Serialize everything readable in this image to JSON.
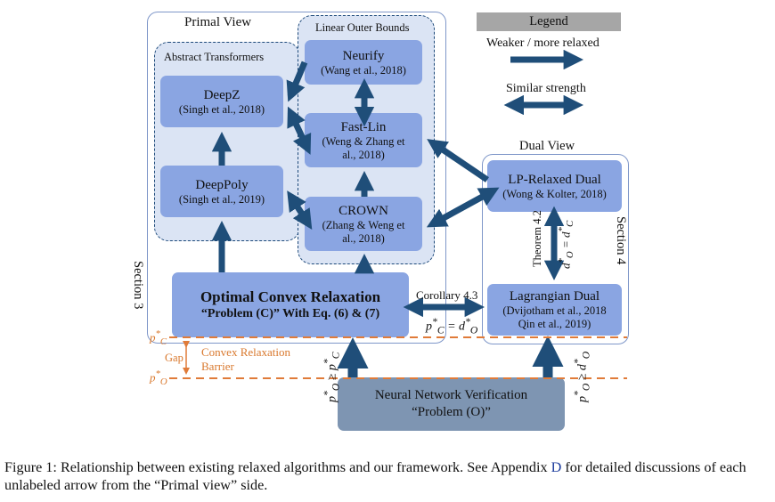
{
  "primal_view": {
    "title": "Primal View",
    "section_label": "Section 3",
    "abstract_transformers": {
      "title": "Abstract Transformers",
      "deepz": {
        "name": "DeepZ",
        "cite": "(Singh et al., 2018)"
      },
      "deeppoly": {
        "name": "DeepPoly",
        "cite": "(Singh et al., 2019)"
      }
    },
    "linear_outer_bounds": {
      "title": "Linear Outer Bounds",
      "neurify": {
        "name": "Neurify",
        "cite": "(Wang et al., 2018)"
      },
      "fastlin": {
        "name": "Fast-Lin",
        "cite_line1": "(Weng & Zhang et",
        "cite_line2": "al., 2018)"
      },
      "crown": {
        "name": "CROWN",
        "cite_line1": "(Zhang & Weng et",
        "cite_line2": "al., 2018)"
      }
    },
    "optimal": {
      "title": "Optimal Convex Relaxation",
      "subtitle": "“Problem (C)” With Eq. (6) & (7)"
    }
  },
  "dual_view": {
    "title": "Dual View",
    "section_label": "Section 4",
    "lp_relaxed": {
      "name": "LP-Relaxed Dual",
      "cite": "(Wong & Kolter, 2018)"
    },
    "lagrangian": {
      "name": "Lagrangian Dual",
      "cite_line1": "(Dvijotham et al., 2018",
      "cite_line2": "Qin et al., 2019)"
    },
    "theorem": "Theorem 4.2"
  },
  "corollary": "Corollary 4.3",
  "verification": {
    "title": "Neural Network Verification",
    "subtitle": "“Problem (O)”"
  },
  "gap": {
    "label": "Gap",
    "barrier_line1": "Convex Relaxation",
    "barrier_line2": "Barrier"
  },
  "legend": {
    "title": "Legend",
    "weaker": "Weaker / more relaxed",
    "similar": "Similar strength"
  },
  "caption": {
    "part1": "Figure 1: Relationship between existing relaxed algorithms and our framework. See Appendix ",
    "link": "D",
    "part2": " for detailed discussions of each unlabeled arrow from the “Primal view” side."
  },
  "colors": {
    "box": "#8aa5e2",
    "arrow": "#1f4e79",
    "orange": "#e07b39",
    "verification": "#7e95b2",
    "legend_bar": "#a6a6a6"
  }
}
